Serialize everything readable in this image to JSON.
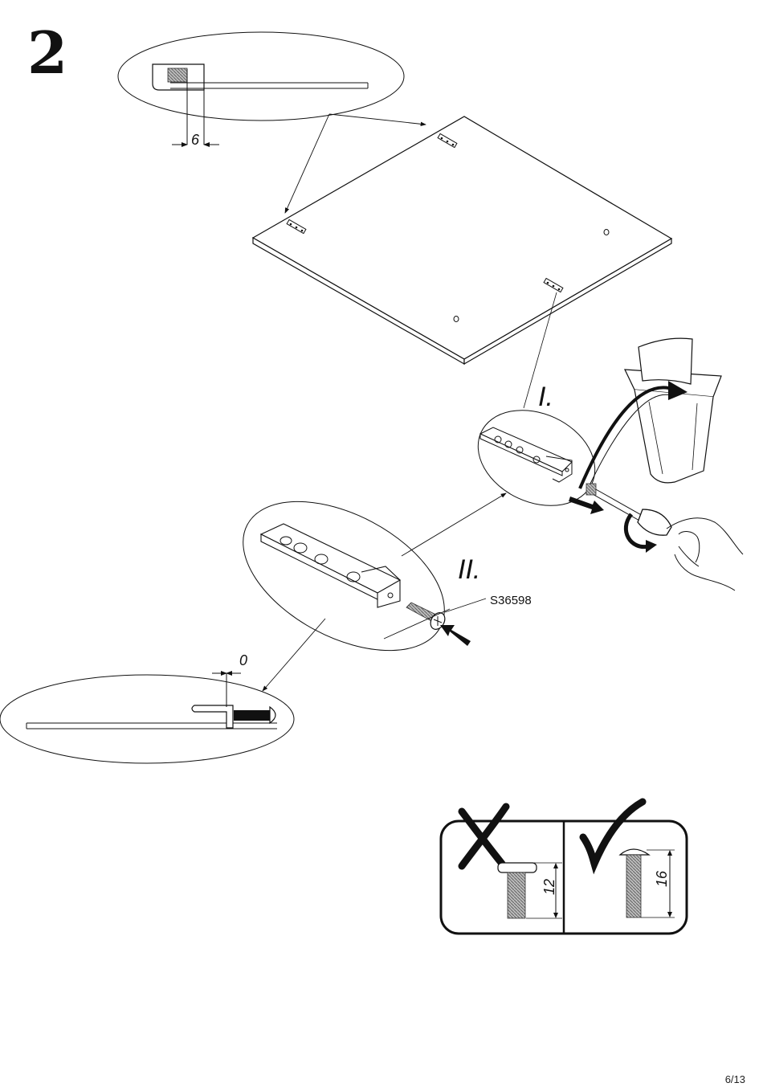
{
  "step": {
    "number": "2"
  },
  "details": {
    "top": {
      "dimension": "6"
    },
    "bottom": {
      "dimension": "0"
    }
  },
  "steps": {
    "first": "I.",
    "second": "II."
  },
  "part": {
    "code": "S36598"
  },
  "screws": {
    "wrong": {
      "length": "12",
      "symbol": "cross-mark-icon"
    },
    "right": {
      "length": "16",
      "symbol": "check-mark-icon"
    }
  },
  "footer": {
    "page": "6/13"
  }
}
